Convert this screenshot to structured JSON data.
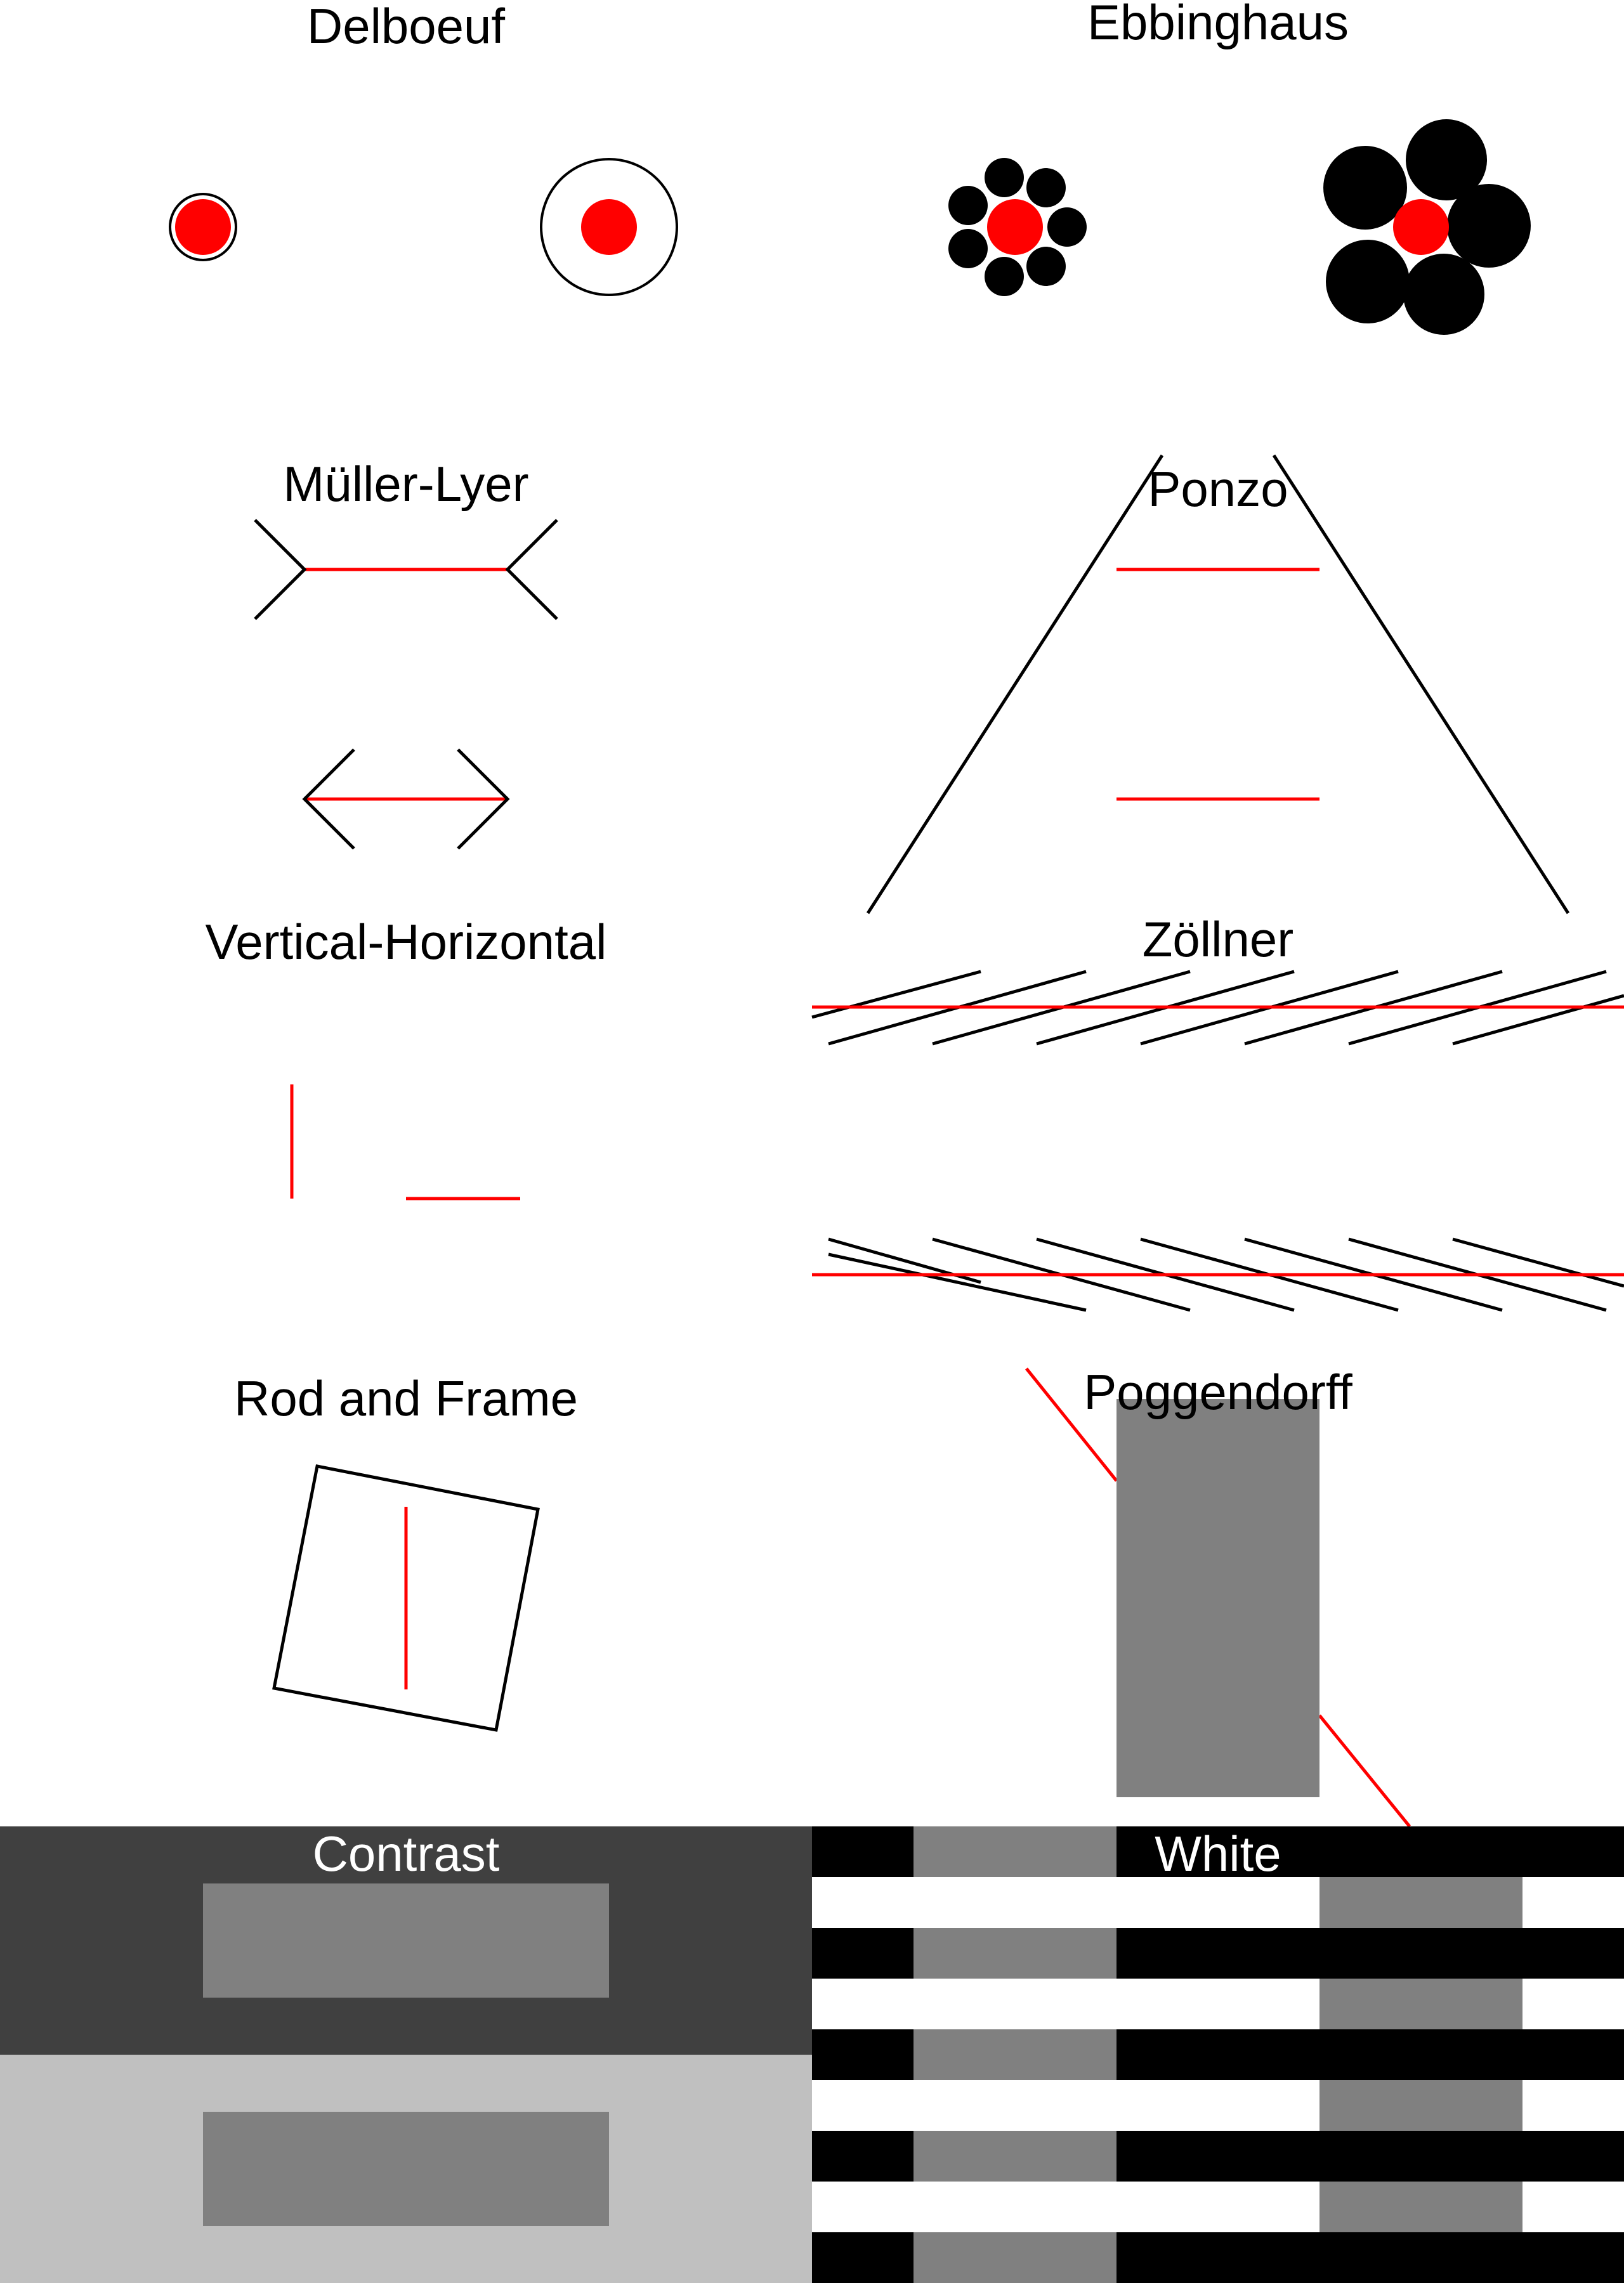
{
  "colors": {
    "stimulus": "#ff0000",
    "line": "#000000",
    "background": "#ffffff",
    "gray": "#808080",
    "dark": "#404040",
    "light": "#c0c0c0"
  },
  "panels": {
    "delboeuf": {
      "title": "Delboeuf"
    },
    "ebbinghaus": {
      "title": "Ebbinghaus"
    },
    "muller_lyer": {
      "title": "Müller-Lyer"
    },
    "ponzo": {
      "title": "Ponzo"
    },
    "vertical_horizontal": {
      "title": "Vertical-Horizontal"
    },
    "zollner": {
      "title": "Zöllner"
    },
    "rod_frame": {
      "title": "Rod and Frame"
    },
    "poggendorff": {
      "title": "Poggendorff"
    },
    "contrast": {
      "title": "Contrast"
    },
    "white": {
      "title": "White"
    }
  }
}
